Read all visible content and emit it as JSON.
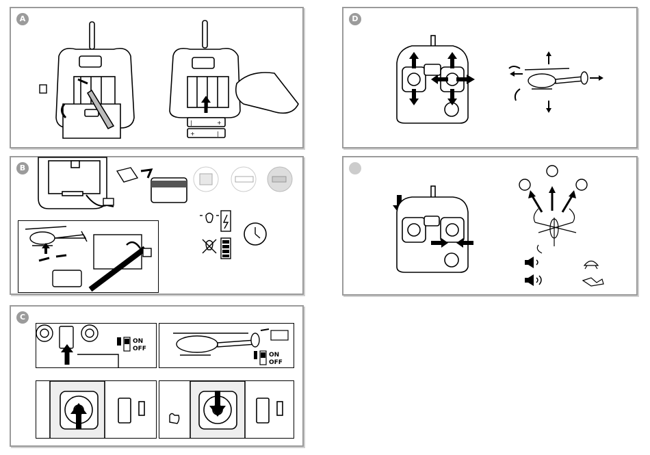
{
  "panels": {
    "a": {
      "badge": "A"
    },
    "b": {
      "badge": "B"
    },
    "c": {
      "badge": "C"
    },
    "d": {
      "badge": "D"
    },
    "e": {
      "badge": ""
    }
  },
  "switch": {
    "on_label": "ON",
    "off_label": "OFF"
  },
  "colors": {
    "border": "#9a9a9a",
    "badge": "#9b9b9b",
    "ink": "#000000"
  }
}
